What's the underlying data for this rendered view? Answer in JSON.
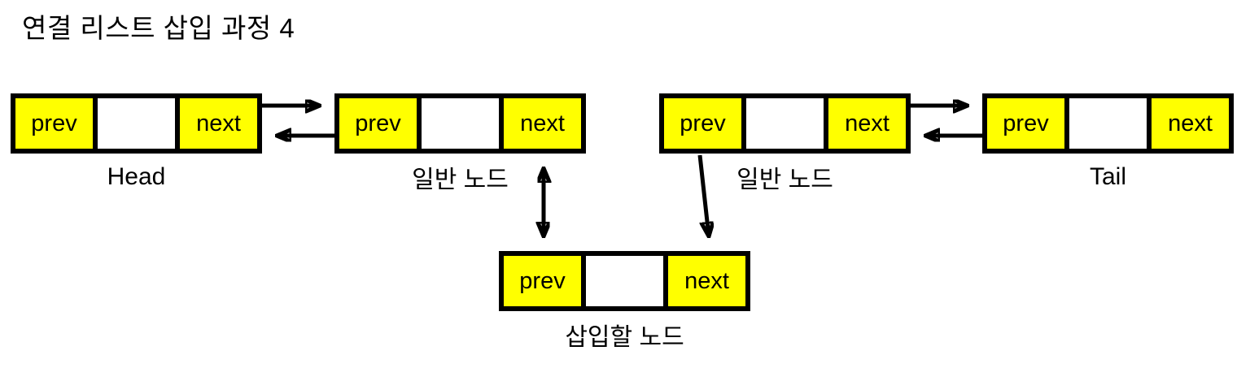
{
  "title": "연결 리스트 삽입 과정 4",
  "diagram": {
    "type": "doubly-linked-list-insertion-step",
    "step_number": 4,
    "nodes": [
      {
        "id": "head",
        "label": "Head",
        "prev_label": "prev",
        "next_label": "next",
        "value": ""
      },
      {
        "id": "generic-node-1",
        "label": "일반 노드",
        "prev_label": "prev",
        "next_label": "next",
        "value": ""
      },
      {
        "id": "generic-node-2",
        "label": "일반 노드",
        "prev_label": "prev",
        "next_label": "next",
        "value": ""
      },
      {
        "id": "tail",
        "label": "Tail",
        "prev_label": "prev",
        "next_label": "next",
        "value": ""
      },
      {
        "id": "insert-node",
        "label": "삽입할 노드",
        "prev_label": "prev",
        "next_label": "next",
        "value": ""
      }
    ],
    "edges": [
      {
        "from": "head.next",
        "to": "generic-node-1.prev",
        "arrow": "single"
      },
      {
        "from": "generic-node-1.prev",
        "to": "head.next",
        "arrow": "single"
      },
      {
        "from": "generic-node-1.next",
        "to": "insert-node.prev",
        "arrow": "double"
      },
      {
        "from": "generic-node-2.prev",
        "to": "insert-node.next",
        "arrow": "single"
      },
      {
        "from": "generic-node-2.next",
        "to": "tail.prev",
        "arrow": "single"
      },
      {
        "from": "tail.prev",
        "to": "generic-node-2.next",
        "arrow": "single"
      }
    ],
    "colors": {
      "pointer_cell": "#ffff00",
      "value_cell": "#ffffff",
      "border": "#000000",
      "text": "#000000",
      "background": "#ffffff"
    }
  }
}
